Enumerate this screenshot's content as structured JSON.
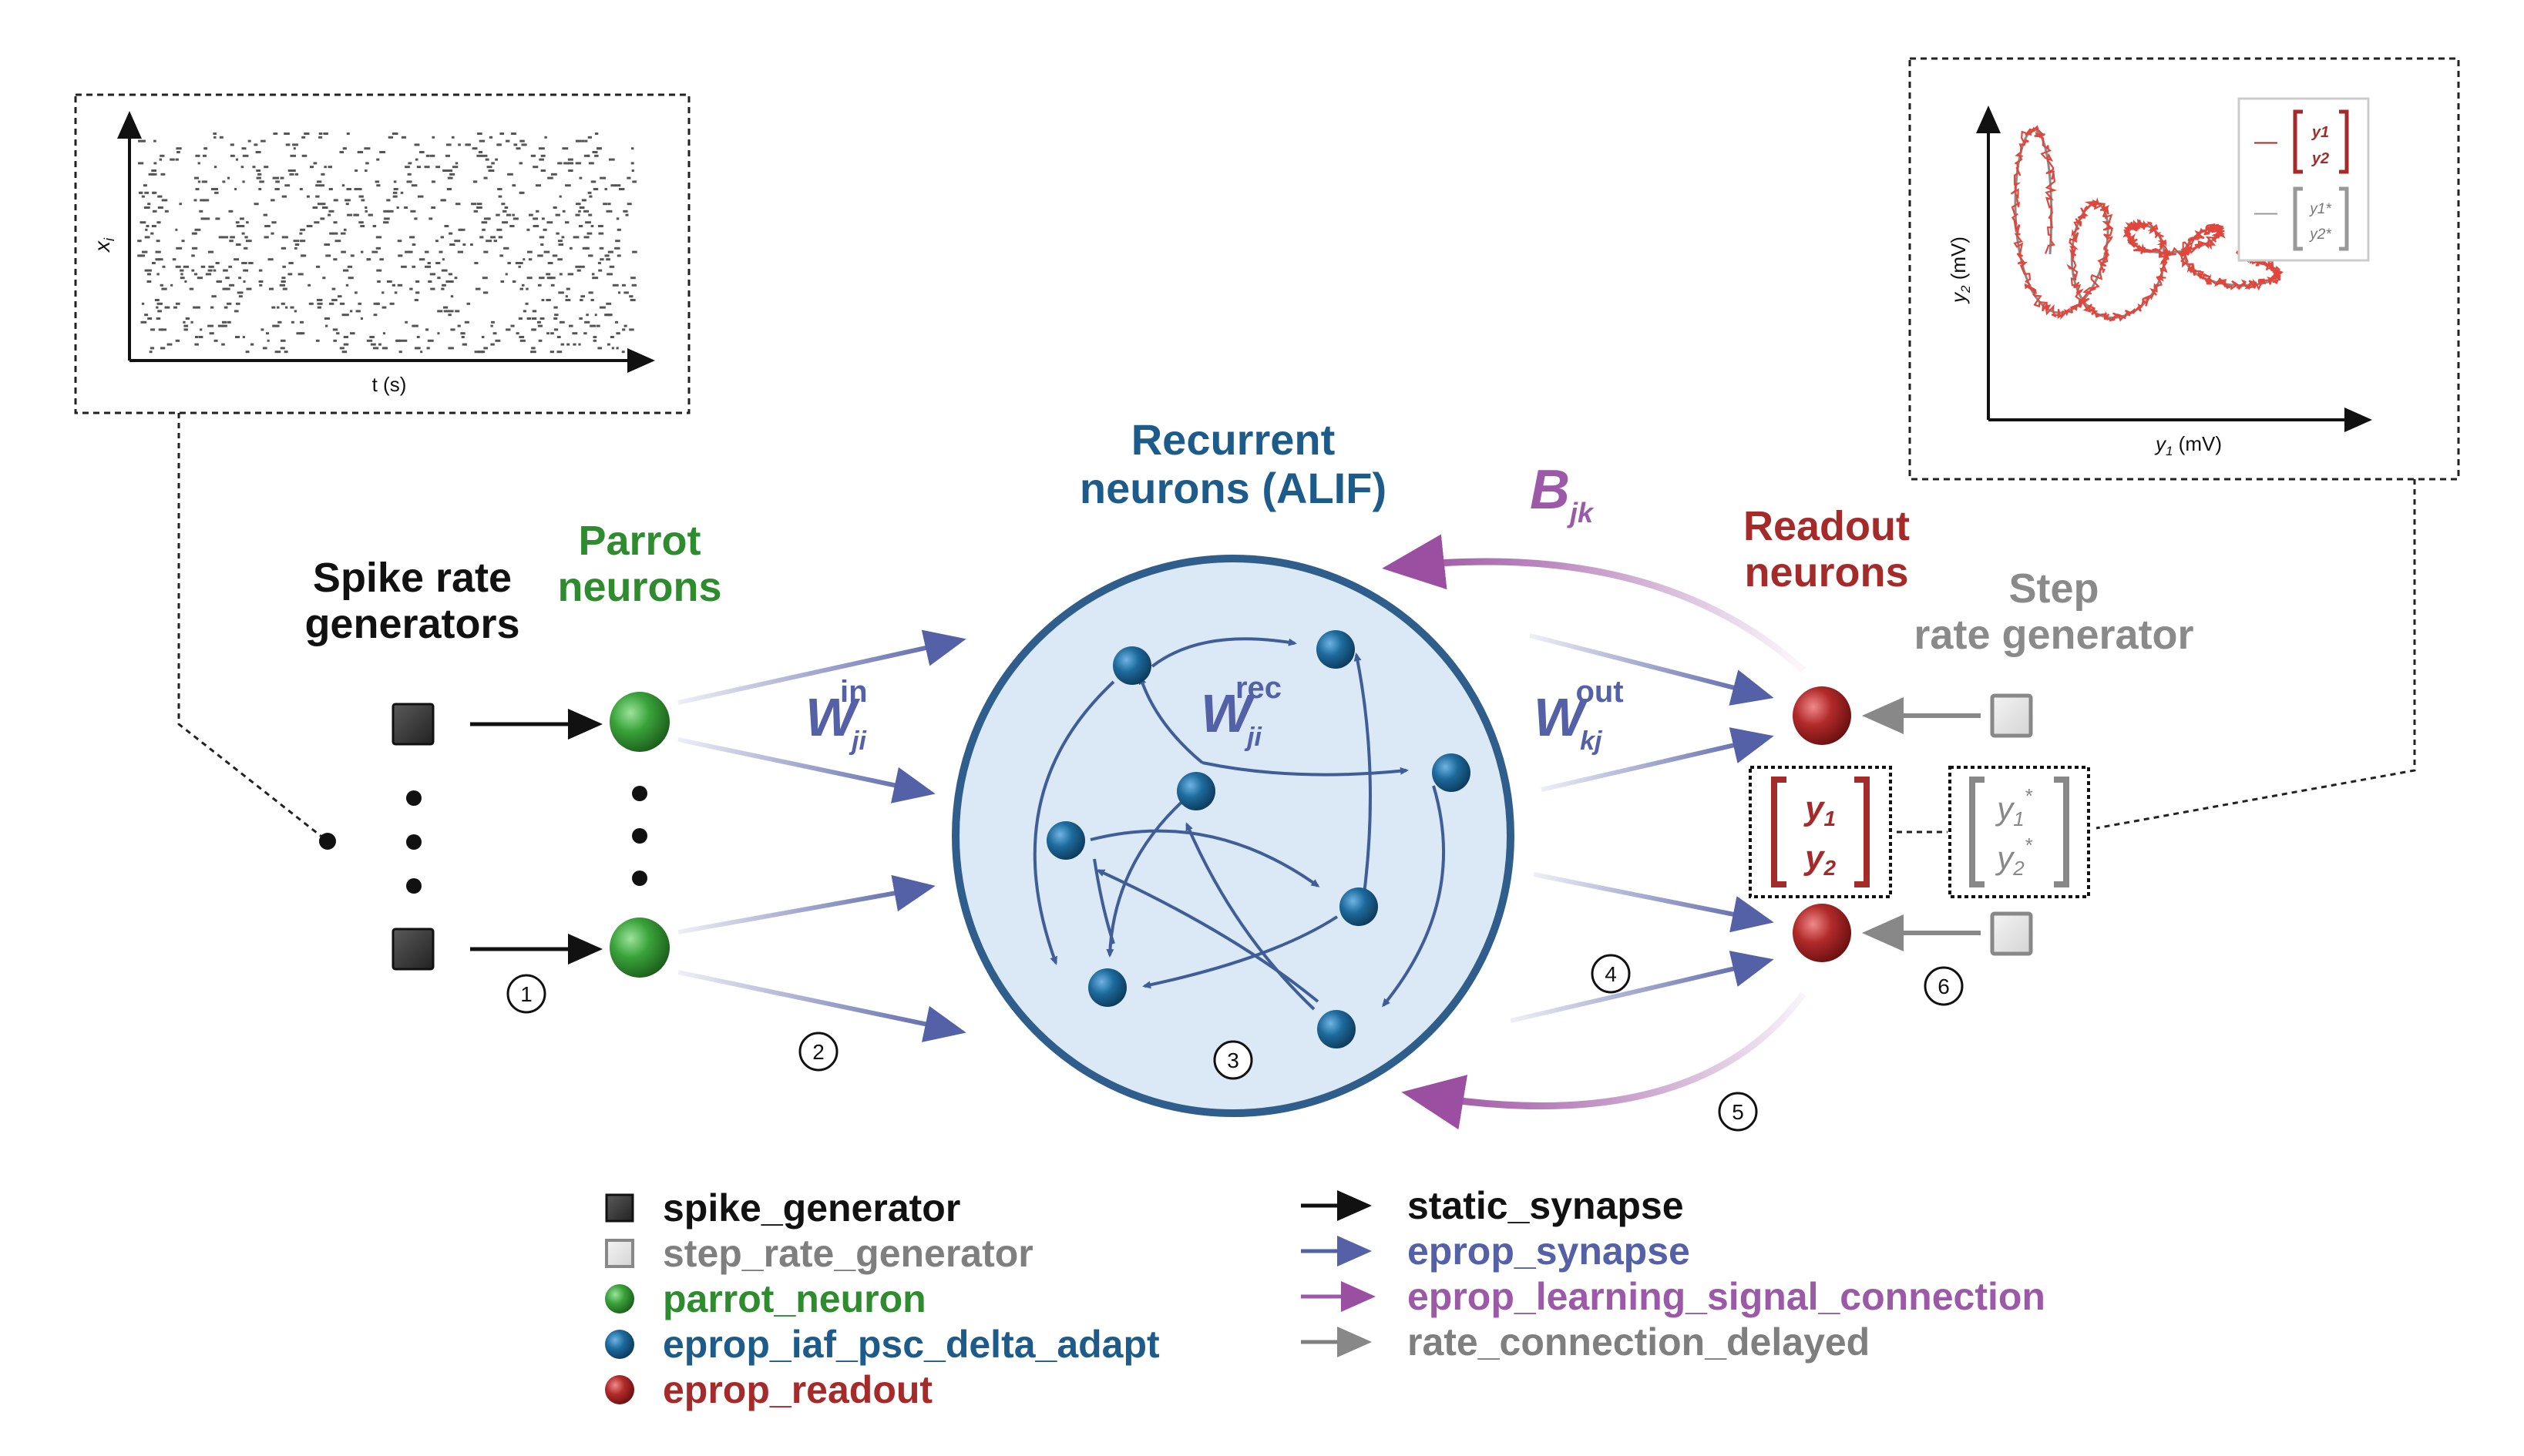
{
  "colors": {
    "black": "#111111",
    "gray": "#7f7f7f",
    "green": "#2e8b2e",
    "blue": "#1d5c8a",
    "red": "#a52a2a",
    "purple": "#9b59a8",
    "synapse": "#5561a6",
    "circle_fill": "#dbe9f6",
    "circle_stroke": "#2f5e8c"
  },
  "labels": {
    "spike_rate_generators": [
      "Spike rate",
      "generators"
    ],
    "parrot_neurons": [
      "Parrot",
      "neurons"
    ],
    "recurrent_neurons": [
      "Recurrent",
      "neurons (ALIF)"
    ],
    "readout_neurons": [
      "Readout",
      "neurons"
    ],
    "step_rate_generator": [
      "Step",
      "rate generator"
    ]
  },
  "weights": {
    "w_in": {
      "base": "W",
      "sub": "ji",
      "sup": "in"
    },
    "w_rec": {
      "base": "W",
      "sub": "ji",
      "sup": "rec"
    },
    "w_out": {
      "base": "W",
      "sub": "kj",
      "sup": "out"
    },
    "b": {
      "base": "B",
      "sub": "jk"
    }
  },
  "vectors": {
    "output": [
      "y",
      "1",
      "y",
      "2"
    ],
    "target": [
      "y",
      "1",
      "*",
      "y",
      "2",
      "*"
    ]
  },
  "steps": [
    "1",
    "2",
    "3",
    "4",
    "5",
    "6"
  ],
  "raster_plot": {
    "xlabel": "t (s)",
    "ylabel": "x",
    "ylabel_sub": "i"
  },
  "trajectory_plot": {
    "xlabel": "y",
    "xlabel_sub": "1",
    "xlabel_unit": " (mV)",
    "ylabel": "y",
    "ylabel_sub": "2",
    "ylabel_unit": " (mV)",
    "legend_dash": "—"
  },
  "legend": {
    "nodes": [
      {
        "label": "spike_generator",
        "shape": "square-dark",
        "color": "#111111"
      },
      {
        "label": "step_rate_generator",
        "shape": "square-light",
        "color": "#7f7f7f"
      },
      {
        "label": "parrot_neuron",
        "shape": "ball",
        "color": "#2e8b2e"
      },
      {
        "label": "eprop_iaf_psc_delta_adapt",
        "shape": "ball",
        "color": "#1d5c8a"
      },
      {
        "label": "eprop_readout",
        "shape": "ball",
        "color": "#a52a2a"
      }
    ],
    "connections": [
      {
        "label": "static_synapse",
        "color": "#111111"
      },
      {
        "label": "eprop_synapse",
        "color": "#5561a6"
      },
      {
        "label": "eprop_learning_signal_connection",
        "color": "#9b59a8"
      },
      {
        "label": "rate_connection_delayed",
        "color": "#7f7f7f"
      }
    ]
  }
}
